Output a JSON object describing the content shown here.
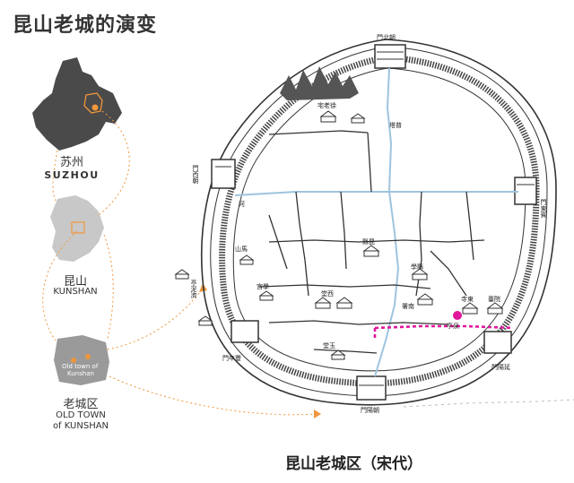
{
  "title": "昆山老城的演变",
  "caption": "昆山老城区（宋代）",
  "regions": {
    "suzhou": {
      "cn": "苏州",
      "en": "SUZHOU",
      "color": "#4a4a4a"
    },
    "kunshan": {
      "cn": "昆山",
      "en": "KUNSHAN",
      "color": "#c8c8c8"
    },
    "old_town": {
      "cn": "老城区",
      "en_line1": "OLD TOWN",
      "en_line2": "of KUNSHAN",
      "inset_line1": "Old town of",
      "inset_line2": "Kunshan",
      "color": "#9a9a9a"
    }
  },
  "accent_color": "#f0963c",
  "highlight_color": "#e0179a",
  "map_labels": {
    "north_gate": "門北朝",
    "east_gate": "門東賓",
    "west_gate": "門西朝",
    "south_gate": "門陽朝",
    "southwest_gate": "門年豐",
    "southeast_gate": "門陽延",
    "outer_temple": "亭泥濟",
    "residence": "宅老徐",
    "pagoda_north": "塔普",
    "county": "縣昆",
    "school": "學縣",
    "official": "署南",
    "river_label": "河",
    "temple_east": "寺東",
    "pavilion": "亭泉",
    "military": "臺院",
    "south_hall": "堂玉",
    "west_hall": "堂西",
    "mountain": "山馬",
    "palace": "宮學"
  }
}
